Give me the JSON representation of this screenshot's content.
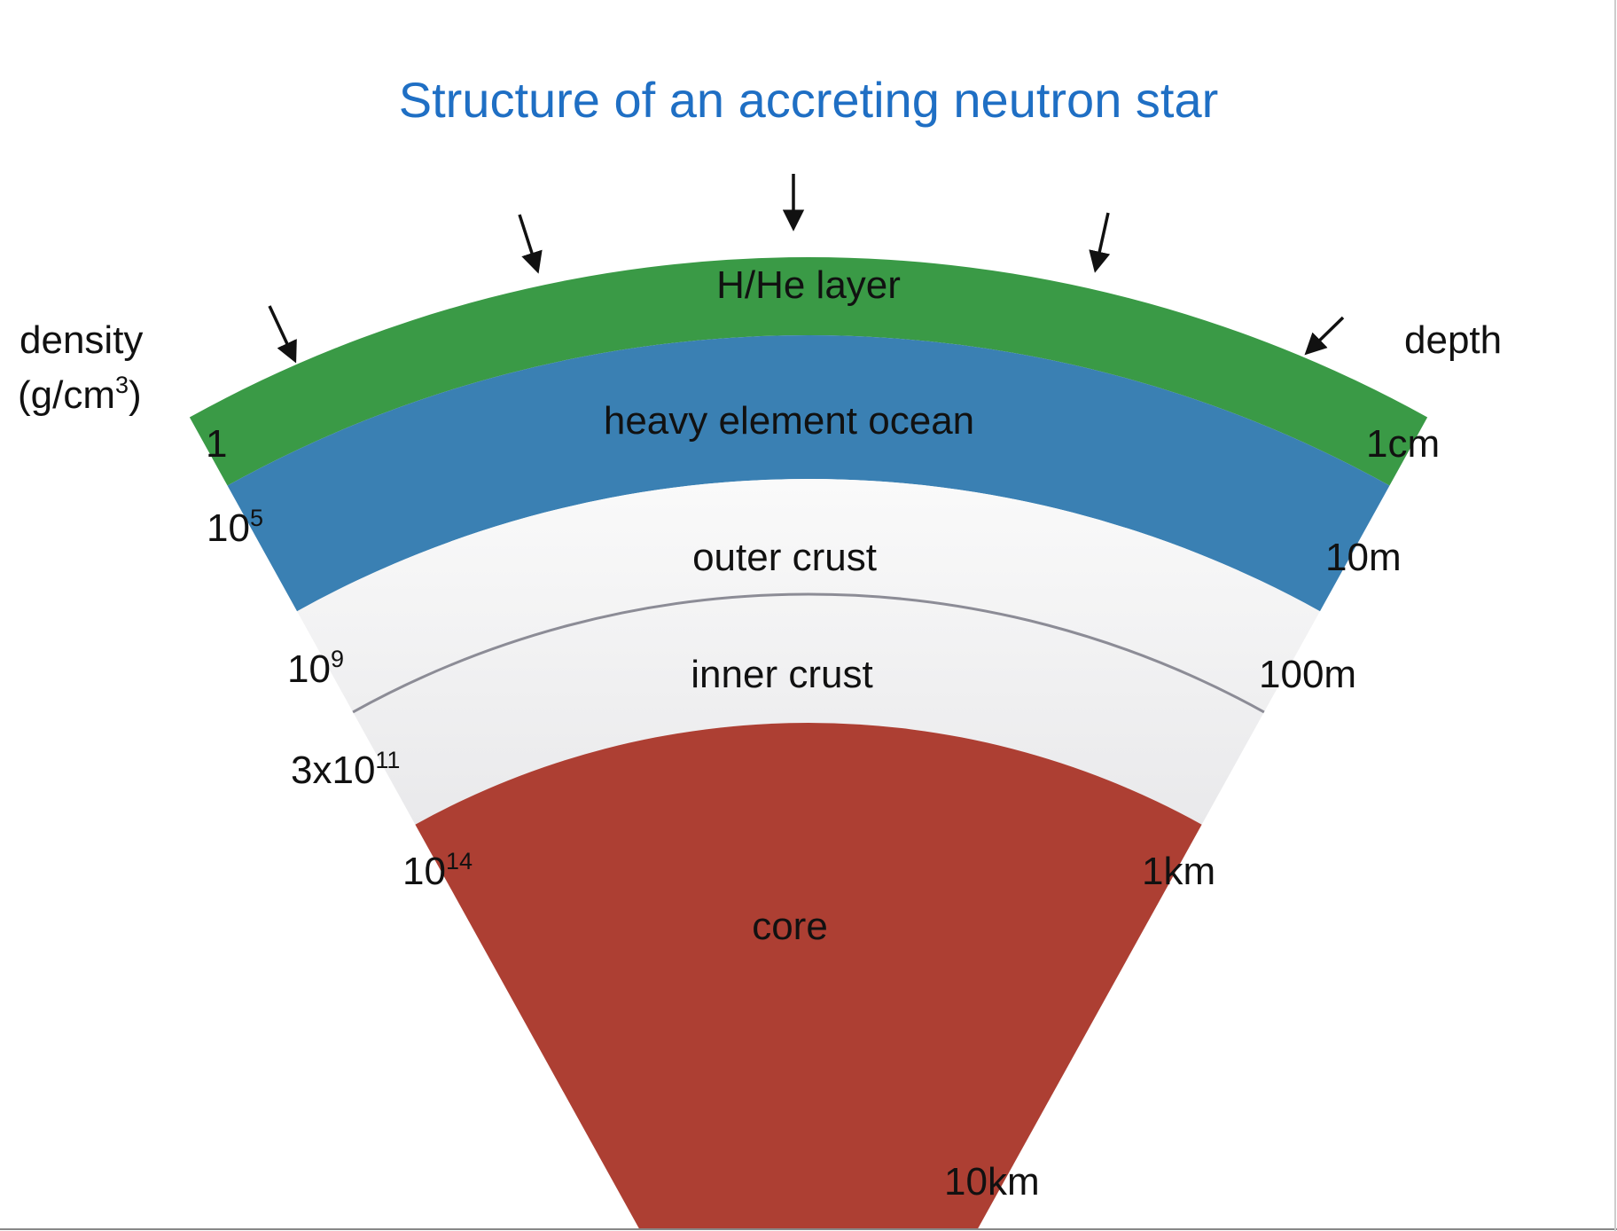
{
  "title": "Structure of an accreting neutron star",
  "colors": {
    "title": "#1f6fc4",
    "hhe_layer": "#3a9a46",
    "ocean": "#3a80b3",
    "crust": "#f2f2f3",
    "crust_boundary": "#8c8c96",
    "core": "#ad3f33",
    "arrows": "#111111"
  },
  "axis_labels": {
    "density_line1": "density",
    "density_line2": "(g/cm",
    "density_unit_exp": "3",
    "density_line2_end": ")",
    "depth": "depth"
  },
  "layers": [
    {
      "id": "hhe",
      "label": "H/He layer"
    },
    {
      "id": "ocean",
      "label": "heavy element ocean"
    },
    {
      "id": "outer_crust",
      "label": "outer crust"
    },
    {
      "id": "inner_crust",
      "label": "inner crust"
    },
    {
      "id": "core",
      "label": "core"
    }
  ],
  "density_ticks": [
    {
      "base": "1",
      "exp": ""
    },
    {
      "base": "10",
      "exp": "5"
    },
    {
      "base": "10",
      "exp": "9"
    },
    {
      "base": "3x10",
      "exp": "11"
    },
    {
      "base": "10",
      "exp": "14"
    }
  ],
  "depth_ticks": [
    "1cm",
    "10m",
    "100m",
    "1km",
    "10km"
  ],
  "accretion_arrows_icon": "down-arrow-icon"
}
